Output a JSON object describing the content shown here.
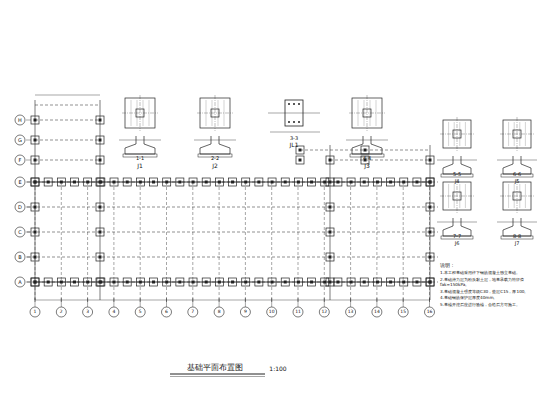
{
  "diagram": {
    "title": "基础平面布置图",
    "labels": [
      "1:100",
      "J1",
      "1-1",
      "J2",
      "2-2",
      "JL1",
      "3-3",
      "J3",
      "4-4",
      "J4",
      "5-5",
      "J5",
      "6-6",
      "J6",
      "7-7",
      "J7",
      "8-8",
      "说明：",
      "1.本工程基础采用柱下钢筋混凝土独立基础。",
      "2.基础持力层为粉质黏土层，地基承载力特征值fak=150kPa。",
      "3.基础混凝土强度等级C30，垫层C15，厚100。",
      "4.基础钢筋保护层厚度40mm。",
      "5.基槽开挖后应进行验槽，合格后方可施工。",
      "A",
      "B",
      "C",
      "D",
      "E",
      "F",
      "G",
      "H",
      "1",
      "2",
      "3",
      "4",
      "5",
      "6",
      "7",
      "8",
      "9",
      "10",
      "11",
      "12",
      "13",
      "14",
      "15",
      "16"
    ]
  }
}
